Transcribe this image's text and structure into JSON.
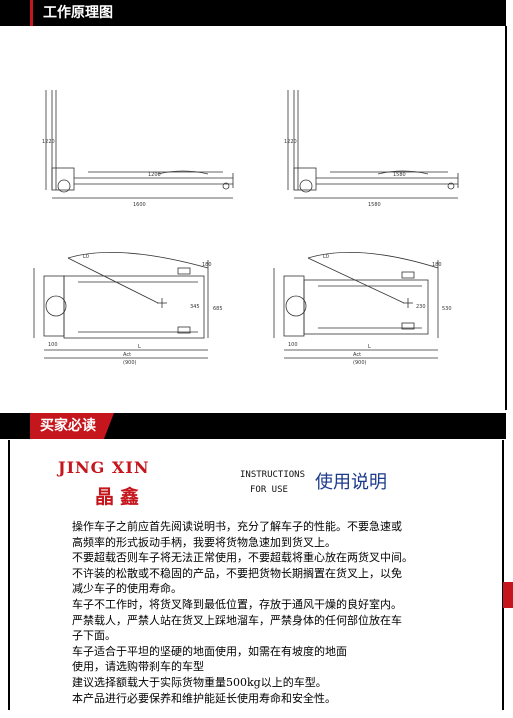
{
  "sections": {
    "working_principle": "工作原理图",
    "buyer_notice": "买家必读"
  },
  "drawings": {
    "side_left": {
      "height": "1220",
      "fork_len": "1200",
      "total_len": "1600"
    },
    "side_right": {
      "height": "1220",
      "fork_len": "1580",
      "total_len": "1580"
    },
    "top_left": {
      "angle": "L0",
      "w1": "180",
      "w2": "685",
      "w3": "345",
      "left_dim": "100",
      "l": "L",
      "act": "Act",
      "total": "(900)"
    },
    "top_right": {
      "angle": "L0",
      "w1": "180",
      "w2": "530",
      "w3": "230",
      "left_dim": "100",
      "l": "L",
      "act": "Act",
      "total": "(900)"
    }
  },
  "brand": {
    "logo_en": "JING XIN",
    "logo_cn": "晶鑫",
    "instr_en_1": "INSTRUCTIONS",
    "instr_en_2": "FOR  USE",
    "instr_cn": "使用说明"
  },
  "instructions": [
    "操作车子之前应首先阅读说明书，充分了解车子的性能。不要急速或",
    "高频率的形式扳动手柄，我要将货物急速加到货叉上。",
    "不要超载否则车子将无法正常使用，不要超载将重心放在两货叉中间。",
    "不许装的松散或不稳固的产品，不要把货物长期搁置在货叉上，以免",
    "减少车子的使用寿命。",
    "车子不工作时，将货叉降到最低位置，存放于通风干燥的良好室内。",
    "严禁载人，严禁人站在货叉上踩地溜车，严禁身体的任何部位放在车",
    "子下面。",
    "车子适合于平坦的坚硬的地面使用，如需在有坡度的地面",
    "使用，请选购带刹车的车型",
    "建议选择额载大于实际货物重量500kg以上的车型。",
    "本产品进行必要保养和维护能延长使用寿命和安全性。"
  ],
  "colors": {
    "accent_red": "#c4161c",
    "bar": "#000000",
    "cn_title_blue": "#1c3a8c"
  }
}
